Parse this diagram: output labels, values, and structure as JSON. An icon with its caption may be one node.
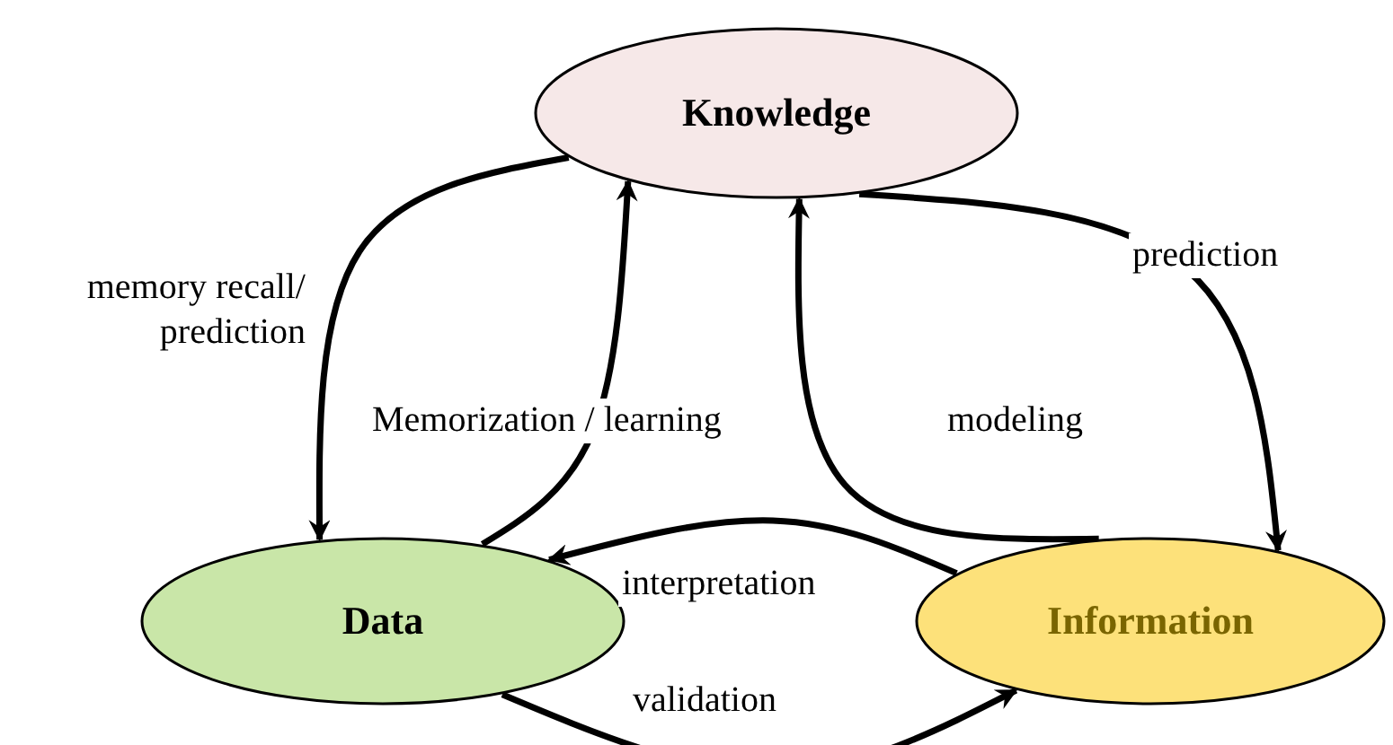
{
  "diagram": {
    "nodes": [
      {
        "text": [
          "Knowledge"
        ]
      },
      {
        "text": [
          "Data"
        ]
      },
      {
        "text": [
          "Information"
        ]
      }
    ],
    "edges": [
      {
        "from": 0,
        "to": 1,
        "arrow": "to",
        "label": "memory recall/ prediction"
      },
      {
        "from": 1,
        "to": 0,
        "arrow": "to",
        "label": "Memorization / learning"
      },
      {
        "from": 2,
        "to": 0,
        "arrow": "to",
        "label": "modeling"
      },
      {
        "from": 0,
        "to": 2,
        "arrow": "to",
        "label": "prediction"
      },
      {
        "from": 2,
        "to": 1,
        "arrow": "to",
        "label": "interpretation"
      },
      {
        "from": 1,
        "to": 2,
        "arrow": "to",
        "label": "validation"
      }
    ]
  }
}
